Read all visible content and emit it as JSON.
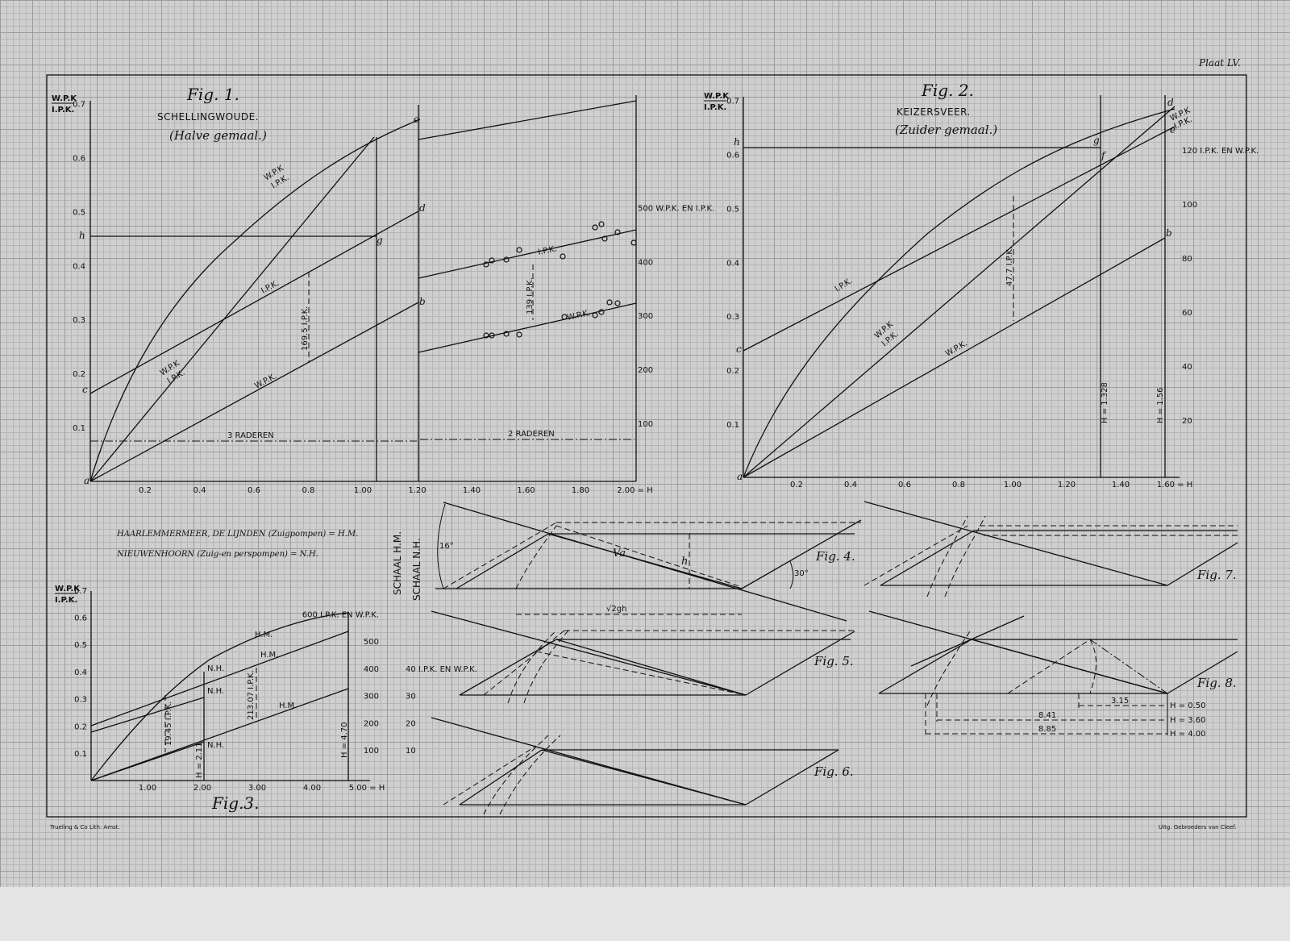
{
  "plate": "Plaat LV.",
  "printer": "Trueling & Co Lith. Amst.",
  "publisher": "Uitg. Gebroeders van Cleef.",
  "fig1": {
    "title": "Fig. 1.",
    "name": "SCHELLINGWOUDE.",
    "sub": "(Halve gemaal.)",
    "ylabel_top": "W.P.K",
    "ylabel_bot": "I.P.K.",
    "yticks": [
      "0.1",
      "0.2",
      "0.3",
      "0.4",
      "0.5",
      "0.6",
      "0.7"
    ],
    "xticks": [
      "0.2",
      "0.4",
      "0.6",
      "0.8",
      "1.00",
      "1.20",
      "1.40",
      "1.60",
      "1.80",
      "2.00 = H"
    ],
    "right_ticks": [
      "100",
      "200",
      "300",
      "400",
      "500 W.P.K. EN I.P.K."
    ],
    "curve_label_top": "W.P.K",
    "curve_label_bot": "I.P.K.",
    "ipk": "I.P.K.",
    "wpk": "W.P.K.",
    "dim": "169.5 I.P.K.",
    "dim2": "139 I.P.K.",
    "span1": "3 RADEREN",
    "span2": "2 RADEREN",
    "points": [
      "a",
      "b",
      "c",
      "d",
      "e",
      "g",
      "h",
      "e"
    ]
  },
  "fig2": {
    "title": "Fig. 2.",
    "name": "KEIZERSVEER.",
    "sub": "(Zuider gemaal.)",
    "ylabel_top": "W.P.K",
    "ylabel_bot": "I.P.K.",
    "yticks": [
      "0.1",
      "0.2",
      "0.3",
      "0.4",
      "0.5",
      "0.6",
      "0.7"
    ],
    "xticks": [
      "0.2",
      "0.4",
      "0.6",
      "0.8",
      "1.00",
      "1.20",
      "1.40",
      "1.60 = H"
    ],
    "right_ticks": [
      "20",
      "40",
      "60",
      "80",
      "100",
      "120 I.P.K. EN W.P.K."
    ],
    "ipk": "I.P.K.",
    "wpk": "W.P.K.",
    "curve_label_top": "W.P.K",
    "curve_label_bot": "I.P.K.",
    "dim": "47.7 I.P.K.",
    "v1": "H = 1.328",
    "v2": "H = 1.56",
    "points": [
      "a",
      "b",
      "c",
      "d",
      "e",
      "f",
      "g",
      "h"
    ]
  },
  "legend": {
    "hm": "HAARLEMMERMEER, DE LIJNDEN (Zuigpompen) = H.M.",
    "nh": "NIEUWENHOORN (Zuig-en perspompen) = N.H."
  },
  "fig3": {
    "title": "Fig.3.",
    "ylabel_top": "W.P.K",
    "ylabel_bot": "I.P.K.",
    "yticks": [
      "0.1",
      "0.2",
      "0.3",
      "0.4",
      "0.5",
      "0.6",
      "0.7"
    ],
    "xticks": [
      "1.00",
      "2.00",
      "3.00",
      "4.00",
      "5.00 = H"
    ],
    "hm_ticks": [
      "100",
      "200",
      "300",
      "400",
      "500",
      "600 I.P.K. EN W.P.K."
    ],
    "nh_ticks": [
      "10",
      "20",
      "30",
      "40 I.P.K. EN W.P.K."
    ],
    "schaal_hm": "SCHAAL H.M.",
    "schaal_nh": "SCHAAL N.H.",
    "hm": "H.M.",
    "nh": "N.H.",
    "dim1": "19.45 I.P.K.",
    "dim2": "213.07 I.P.K.",
    "v1": "H = 2.11",
    "v2": "H = 4.70"
  },
  "fig4": {
    "title": "Fig. 4.",
    "angle1": "16°",
    "angle2": "30°",
    "dim": "√2gh",
    "h": "h",
    "va": "Va"
  },
  "fig5": {
    "title": "Fig. 5."
  },
  "fig6": {
    "title": "Fig. 6."
  },
  "fig7": {
    "title": "Fig. 7."
  },
  "fig8": {
    "title": "Fig. 8.",
    "d1": "3.15",
    "d2": "8.41",
    "d3": "8.85",
    "h1": "H = 0.50",
    "h2": "H = 3.60",
    "h3": "H = 4.00"
  }
}
